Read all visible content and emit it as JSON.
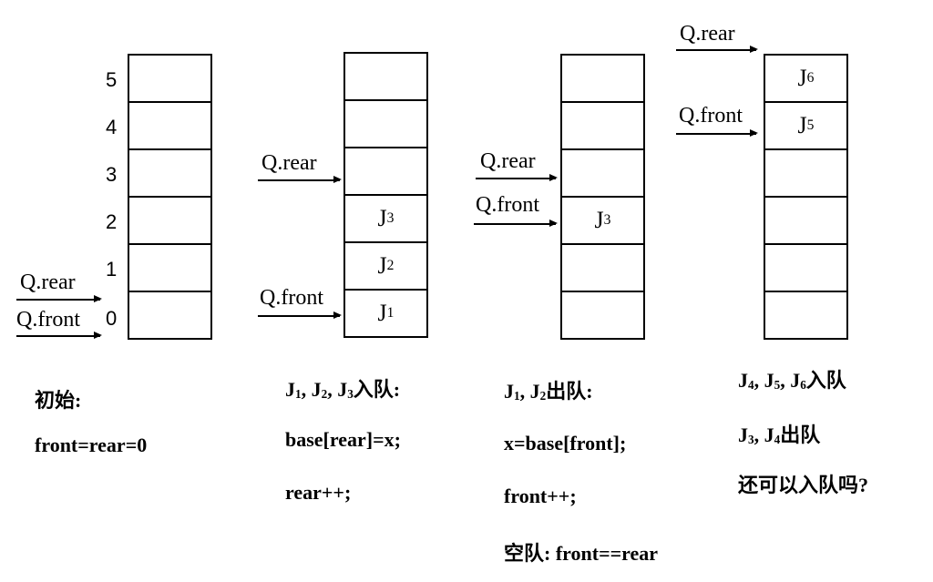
{
  "queue1": {
    "indices": [
      "5",
      "4",
      "3",
      "2",
      "1",
      "0"
    ],
    "rear_label": "Q.rear",
    "front_label": "Q.front",
    "caption_title": "初始:",
    "caption_line1": "front=rear=0"
  },
  "queue2": {
    "cells": [
      {
        "letter": "",
        "sub": ""
      },
      {
        "letter": "",
        "sub": ""
      },
      {
        "letter": "",
        "sub": ""
      },
      {
        "letter": "J",
        "sub": "3"
      },
      {
        "letter": "J",
        "sub": "2"
      },
      {
        "letter": "J",
        "sub": "1"
      }
    ],
    "rear_label": "Q.rear",
    "front_label": "Q.front",
    "cap_j": [
      "J",
      "J",
      "J"
    ],
    "cap_subs": [
      "1",
      "2",
      "3"
    ],
    "cap_suffix": "入队:",
    "caption_line1": "base[rear]=x;",
    "caption_line2": "rear++;"
  },
  "queue3": {
    "cells": [
      {
        "letter": "",
        "sub": ""
      },
      {
        "letter": "",
        "sub": ""
      },
      {
        "letter": "",
        "sub": ""
      },
      {
        "letter": "J",
        "sub": "3"
      },
      {
        "letter": "",
        "sub": ""
      },
      {
        "letter": "",
        "sub": ""
      }
    ],
    "rear_label": "Q.rear",
    "front_label": "Q.front",
    "cap_j": [
      "J",
      "J"
    ],
    "cap_subs": [
      "1",
      "2"
    ],
    "cap_suffix": "出队:",
    "caption_line1": "x=base[front];",
    "caption_line2": "front++;",
    "caption_line3": "空队:  front==rear"
  },
  "queue4": {
    "cells": [
      {
        "letter": "J",
        "sub": "6"
      },
      {
        "letter": "J",
        "sub": "5"
      },
      {
        "letter": "",
        "sub": ""
      },
      {
        "letter": "",
        "sub": ""
      },
      {
        "letter": "",
        "sub": ""
      },
      {
        "letter": "",
        "sub": ""
      }
    ],
    "rear_label": "Q.rear",
    "front_label": "Q.front",
    "cap1_j": [
      "J",
      "J",
      "J"
    ],
    "cap1_subs": [
      "4",
      "5",
      "6"
    ],
    "cap1_suffix": "入队",
    "cap2_j": [
      "J",
      "J"
    ],
    "cap2_subs": [
      "3",
      "4"
    ],
    "cap2_suffix": "出队",
    "caption_line3": "还可以入队吗?"
  }
}
